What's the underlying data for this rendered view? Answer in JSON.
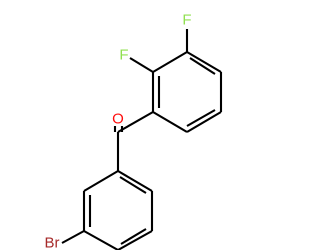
{
  "molecule": {
    "atoms": [
      {
        "symbol": "O",
        "color": "#ff0d0d"
      },
      {
        "symbol": "F",
        "color": "#90e050"
      },
      {
        "symbol": "F",
        "color": "#90e050"
      },
      {
        "symbol": "Br",
        "color": "#a62929"
      }
    ],
    "bond_color": "#000000",
    "background": "#ffffff"
  }
}
